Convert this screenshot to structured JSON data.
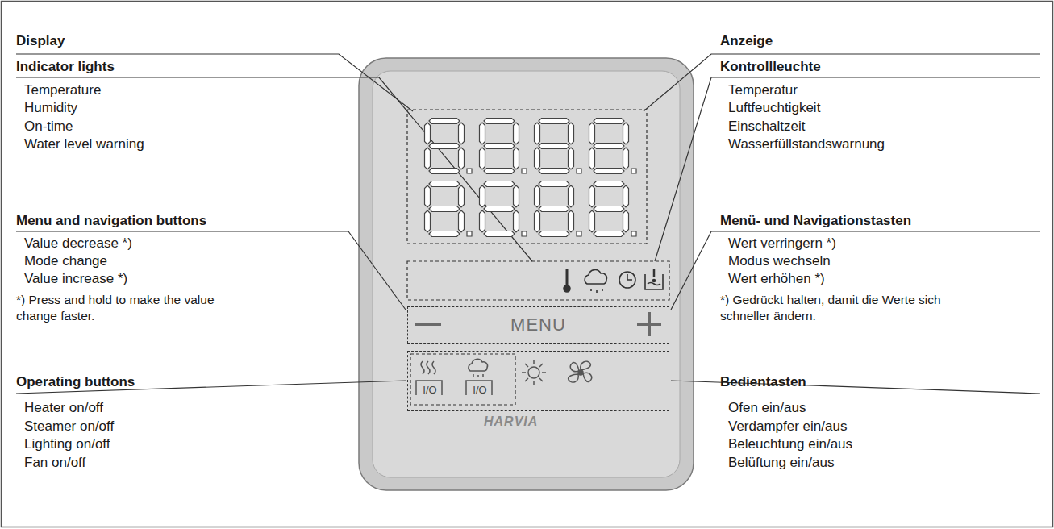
{
  "diagram": {
    "nodes": [
      {
        "text": [
          "HARVIA"
        ]
      },
      {
        "text": [
          "MENU"
        ],
        "in": 0
      },
      {
        "text": [
          "I/O",
          "I/O"
        ],
        "in": 0
      }
    ],
    "labels": [
      "Display",
      "Indicator lights",
      "Temperature",
      "Humidity",
      "On-time",
      "Water level warning",
      "Menu and navigation buttons",
      "Value decrease *)",
      "Mode change",
      "Value increase *)",
      "*) Press and hold to make the value change faster.",
      "Operating buttons",
      "Heater on/off",
      "Steamer on/off",
      "Lighting on/off",
      "Fan on/off",
      "Anzeige",
      "Kontrollleuchte",
      "Temperatur",
      "Luftfeuchtigkeit",
      "Einschaltzeit",
      "Wasserfüllstandswarnung",
      "Menü- und Navigationstasten",
      "Wert verringern *)",
      "Modus wechseln",
      "Wert erhöhen *)",
      "*) Gedrückt halten, damit die Werte sich schneller ändern.",
      "Bedientasten",
      "Ofen ein/aus",
      "Verdampfer ein/aus",
      "Beleuchtung ein/aus",
      "Belüftung ein/aus"
    ]
  }
}
